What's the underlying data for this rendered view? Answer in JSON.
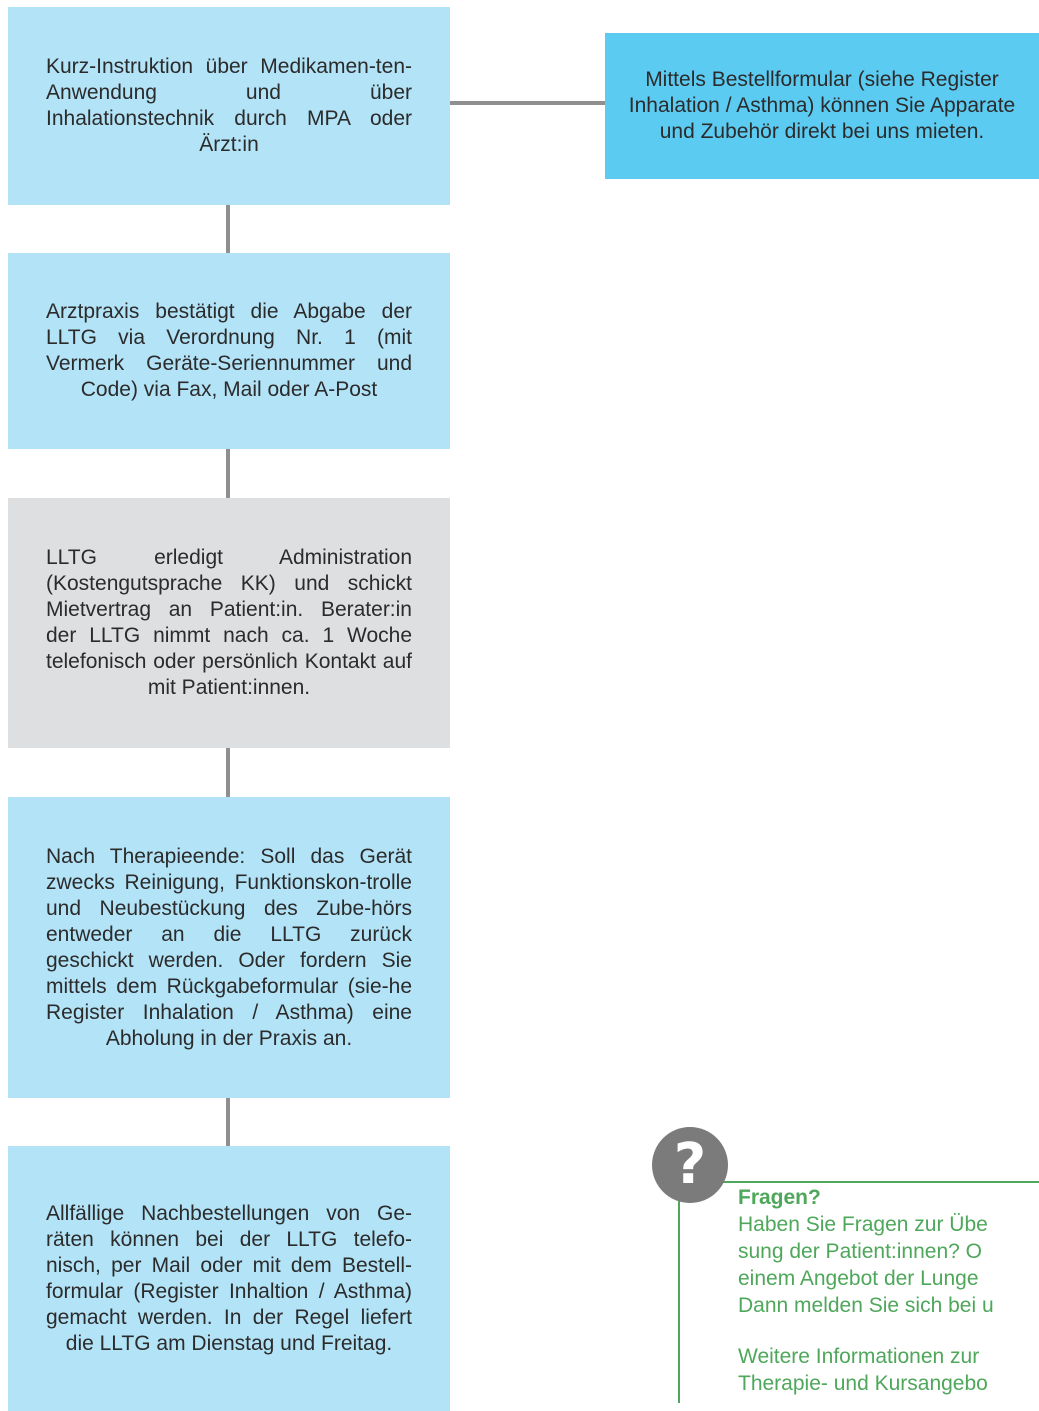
{
  "flow": {
    "steps": [
      {
        "text": "Kurz-Instruktion über Medikamen-ten-Anwendung und über Inhalationstechnik durch MPA oder Ärzt:in"
      },
      {
        "text": "Arztpraxis bestätigt die Abgabe der LLTG via Verordnung Nr. 1 (mit Vermerk Geräte-Seriennummer und Code) via Fax, Mail oder A-Post"
      },
      {
        "text": "LLTG erledigt Administration (Kostengutsprache KK) und schickt Mietvertrag an Patient:in. Berater:in der LLTG nimmt nach ca. 1 Woche telefonisch oder persönlich Kontakt auf mit Patient:innen."
      },
      {
        "text": "Nach Therapieende: Soll das Gerät zwecks Reinigung, Funktionskon-trolle und Neubestückung des Zube-hörs entweder an die LLTG zurück geschickt werden. Oder fordern Sie mittels dem Rückgabeformular (sie-he Register Inhalation / Asthma) eine Abholung in der Praxis an."
      },
      {
        "text": "Allfällige Nachbestellungen von Ge-räten können bei der LLTG telefo-nisch, per Mail oder mit dem Bestell-formular (Register Inhaltion / Asthma) gemacht werden. In der Regel liefert die LLTG am Dienstag und Freitag."
      }
    ],
    "side_note": "Mittels Bestellformular (siehe Register Inhalation / Asthma) können Sie Apparate und Zubehör direkt bei uns mieten."
  },
  "faq": {
    "icon": "question-mark-icon",
    "title": "Fragen?",
    "lines": [
      "Haben Sie Fragen zur Übe",
      "sung der Patient:innen? O",
      "einem Angebot der Lunge",
      "Dann melden Sie sich bei u"
    ],
    "more": "Weitere Informationen zur",
    "more2": "Therapie- und Kursangebo"
  },
  "colors": {
    "box_blue": "#b3e3f7",
    "box_gray": "#dedfe1",
    "side_blue": "#5ccbf2",
    "connector": "#8f8f8f",
    "faq_green": "#4ea75a"
  }
}
